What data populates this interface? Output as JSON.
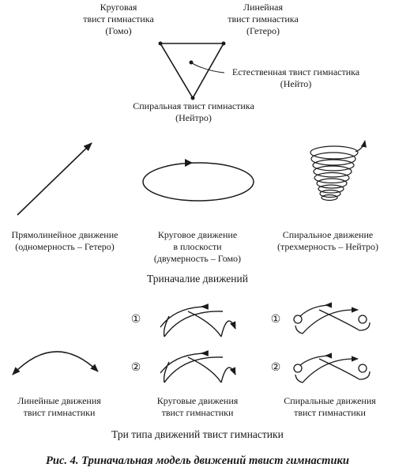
{
  "triangle": {
    "homo": [
      "Круговая",
      "твист гимнастика",
      "(Гомо)"
    ],
    "hetero": [
      "Линейная",
      "твист гимнастика",
      "(Гетеро)"
    ],
    "natural": [
      "Естественная твист гимнастика",
      "(Нейто)"
    ],
    "spiral": [
      "Спиральная твист гимнастика",
      "(Нейтро)"
    ]
  },
  "motions": {
    "linear": [
      "Прямолинейное движение",
      "(одномерность – Гетеро)"
    ],
    "circular": [
      "Круговое движение",
      "в плоскости",
      "(двумерность – Гомо)"
    ],
    "spiral": [
      "Спиральное движение",
      "(трехмерность – Нейтро)"
    ]
  },
  "section_title": "Триначалие движений",
  "markers": [
    "①",
    "②",
    "①",
    "②"
  ],
  "types": {
    "linear": [
      "Линейные движения",
      "твист гимнастики"
    ],
    "circular": [
      "Круговые движения",
      "твист гимнастики"
    ],
    "spiral": [
      "Спиральные движения",
      "твист гимнастики"
    ]
  },
  "types_title": "Три типа движений твист гимнастики",
  "caption": "Рис. 4. Триначальная модель движений твист гимнастики"
}
